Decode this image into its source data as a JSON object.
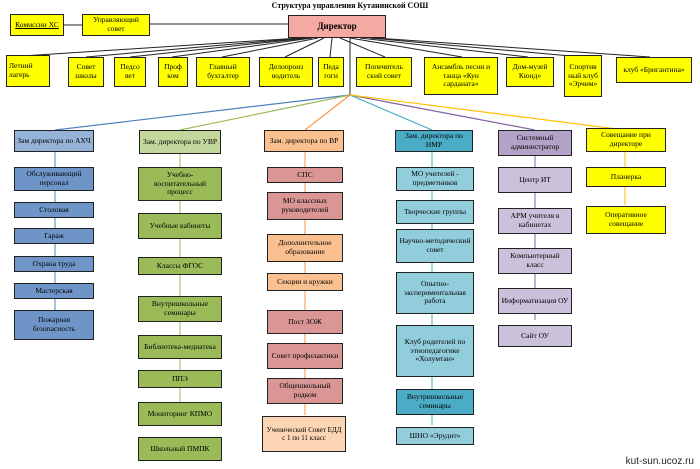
{
  "title": "Структура управления Кутанинской СОШ",
  "watermark": "kut-sun.ucoz.ru",
  "director": "Директор",
  "top_left": [
    "Комиссии ХС",
    "Управляющий совет"
  ],
  "second_row": [
    "Летний лагерь",
    "Совет школы",
    "Педсо вет",
    "Проф ком",
    "Главный бухгалтер",
    "Делопроиз водитель",
    "Педа гоги",
    "Попечитель ский совет",
    "Ансамбль песни и танца «Кун сарданата»",
    "Дом-музей Кюнд»",
    "Спортив ный клуб «Эрчим»",
    "клуб «Бригантина»"
  ],
  "columns": [
    {
      "head": "Зам директора по АХЧ",
      "items": [
        "Обслуживающий персонал",
        "Столовая",
        "Гараж",
        "Охрана труда",
        "Мастерская",
        "Пожарная безопасность"
      ]
    },
    {
      "head": "Зам. директора по УВР",
      "items": [
        "Учебно-воспитательный процесс",
        "Учебные кабинеты",
        "Классы ФГОС",
        "Внутришкольные семинары",
        "Библиотека-медиатека",
        "ППЭ",
        "Мониторинг КПМО",
        "Школьный ПМПК"
      ]
    },
    {
      "head": "Зам. директора по ВР",
      "items": [
        "СПС",
        "МО классных руководителей",
        "Дополнительное образование",
        "Секции и кружки",
        "Пост ЗОЖ",
        "Совет профилактики",
        "Общешкольный родком",
        "Ученический Совет ЕДД с 1 по 11 класс"
      ]
    },
    {
      "head": "Зам. директора по НМР",
      "items": [
        "МО учителей - предметников",
        "Творческие группы",
        "Научно-методический совет",
        "Опытно-экспериментальная работа",
        "Клуб родителей по этнопедагогике «Холумтан»",
        "Внутришкольные семинары",
        "ШНО «Эрудит»"
      ]
    },
    {
      "head": "Системный администратор",
      "items": [
        "Центр ИТ",
        "АРМ учителя в кабинетах",
        "Компьютерный класс",
        "Информатизация ОУ",
        "Сайт ОУ"
      ]
    },
    {
      "head": "Совещание при директоре",
      "items": [
        "Планерка",
        "Оперативное совещание"
      ]
    }
  ]
}
